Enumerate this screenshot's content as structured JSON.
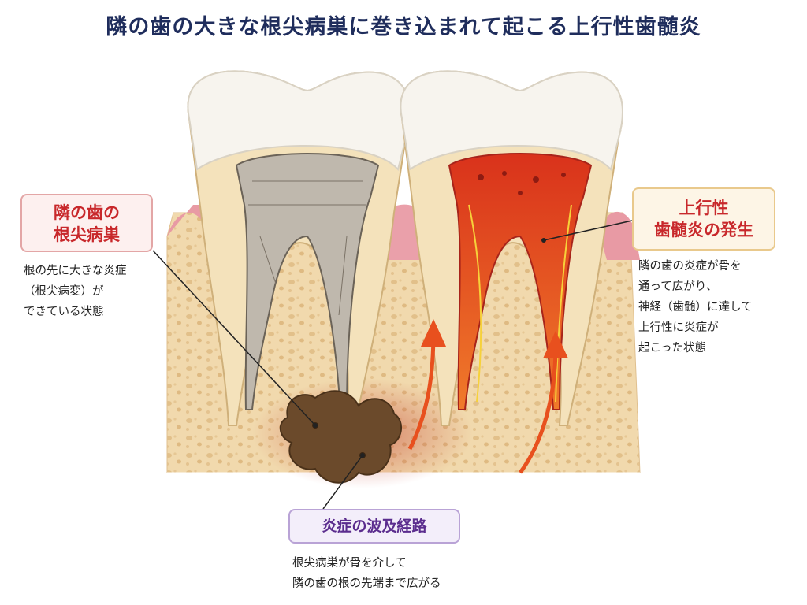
{
  "title": "隣の歯の大きな根尖病巣に巻き込まれて起こる上行性歯髄炎",
  "callouts": {
    "left": {
      "line1": "隣の歯の",
      "line2": "根尖病巣",
      "desc": [
        "根の先に大きな炎症",
        "（根尖病変）が",
        "できている状態"
      ]
    },
    "right": {
      "line1": "上行性",
      "line2": "歯髄炎の発生",
      "desc": [
        "隣の歯の炎症が骨を",
        "通って広がり、",
        "神経（歯髄）に達して",
        "上行性に炎症が",
        "起こった状態"
      ]
    },
    "bottom": {
      "line1": "炎症の波及経路",
      "desc": [
        "根尖病巣が骨を介して",
        "隣の歯の根の先端まで広がる"
      ]
    }
  },
  "colors": {
    "title": "#1f2d5c",
    "lesion": "#6b4a2b",
    "inflamed_pulp": "#e0401e",
    "arrow": "#e8501e",
    "bone": "#efd6a8",
    "gum": "#e89aa4",
    "enamel": "#f7f4ee"
  }
}
